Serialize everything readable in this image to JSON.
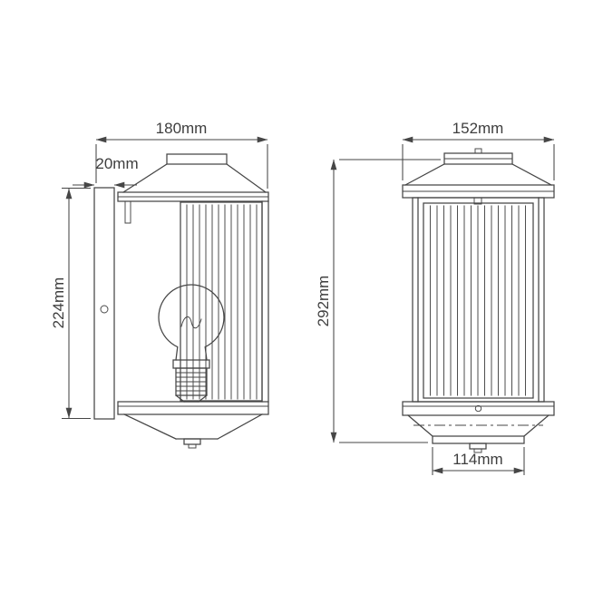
{
  "colors": {
    "line": "#464646",
    "text": "#3e3e3e",
    "background": "#ffffff"
  },
  "side_view": {
    "width_label": "180mm",
    "depth_label": "20mm",
    "height_label": "224mm"
  },
  "front_view": {
    "width_label": "152mm",
    "height_label": "292mm",
    "base_width_label": "114mm"
  }
}
